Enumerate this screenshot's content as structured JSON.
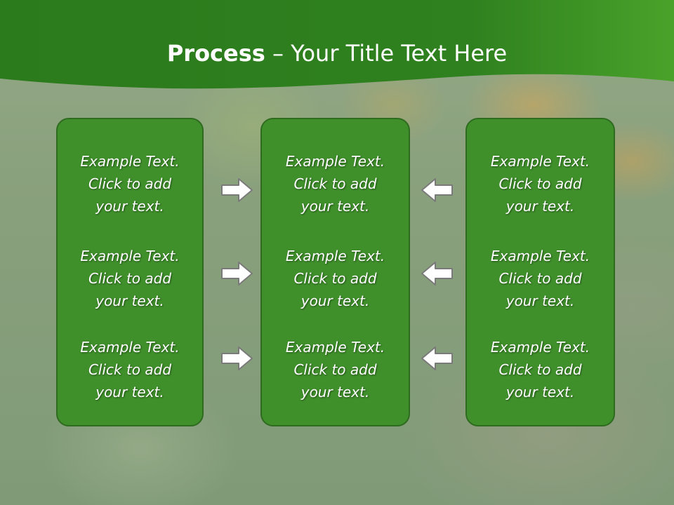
{
  "slide": {
    "title_bold": "Process",
    "title_rest": " – Your Title Text Here"
  },
  "panels": [
    {
      "blocks": [
        {
          "line1": "Example Text.",
          "line2": "Click  to add",
          "line3": "your text."
        },
        {
          "line1": "Example Text.",
          "line2": "Click  to add",
          "line3": "your text."
        },
        {
          "line1": "Example Text.",
          "line2": "Click  to add",
          "line3": "your text."
        }
      ]
    },
    {
      "blocks": [
        {
          "line1": "Example Text.",
          "line2": "Click  to add",
          "line3": "your text."
        },
        {
          "line1": "Example Text.",
          "line2": "Click  to add",
          "line3": "your text."
        },
        {
          "line1": "Example Text.",
          "line2": "Click  to add",
          "line3": "your text."
        }
      ]
    },
    {
      "blocks": [
        {
          "line1": "Example Text.",
          "line2": "Click  to add",
          "line3": "your text."
        },
        {
          "line1": "Example Text.",
          "line2": "Click  to add",
          "line3": "your text."
        },
        {
          "line1": "Example Text.",
          "line2": "Click  to add",
          "line3": "your text."
        }
      ]
    }
  ],
  "arrows": {
    "left_group": "right-arrow-icon",
    "right_group": "left-arrow-icon"
  },
  "colors": {
    "header_green": "#2f7d1f",
    "panel_fill": "#3f8f2b",
    "panel_border": "#2e6b1f",
    "text": "#ffffff",
    "arrow_fill": "#ffffff",
    "arrow_stroke": "#7a7a7a"
  }
}
